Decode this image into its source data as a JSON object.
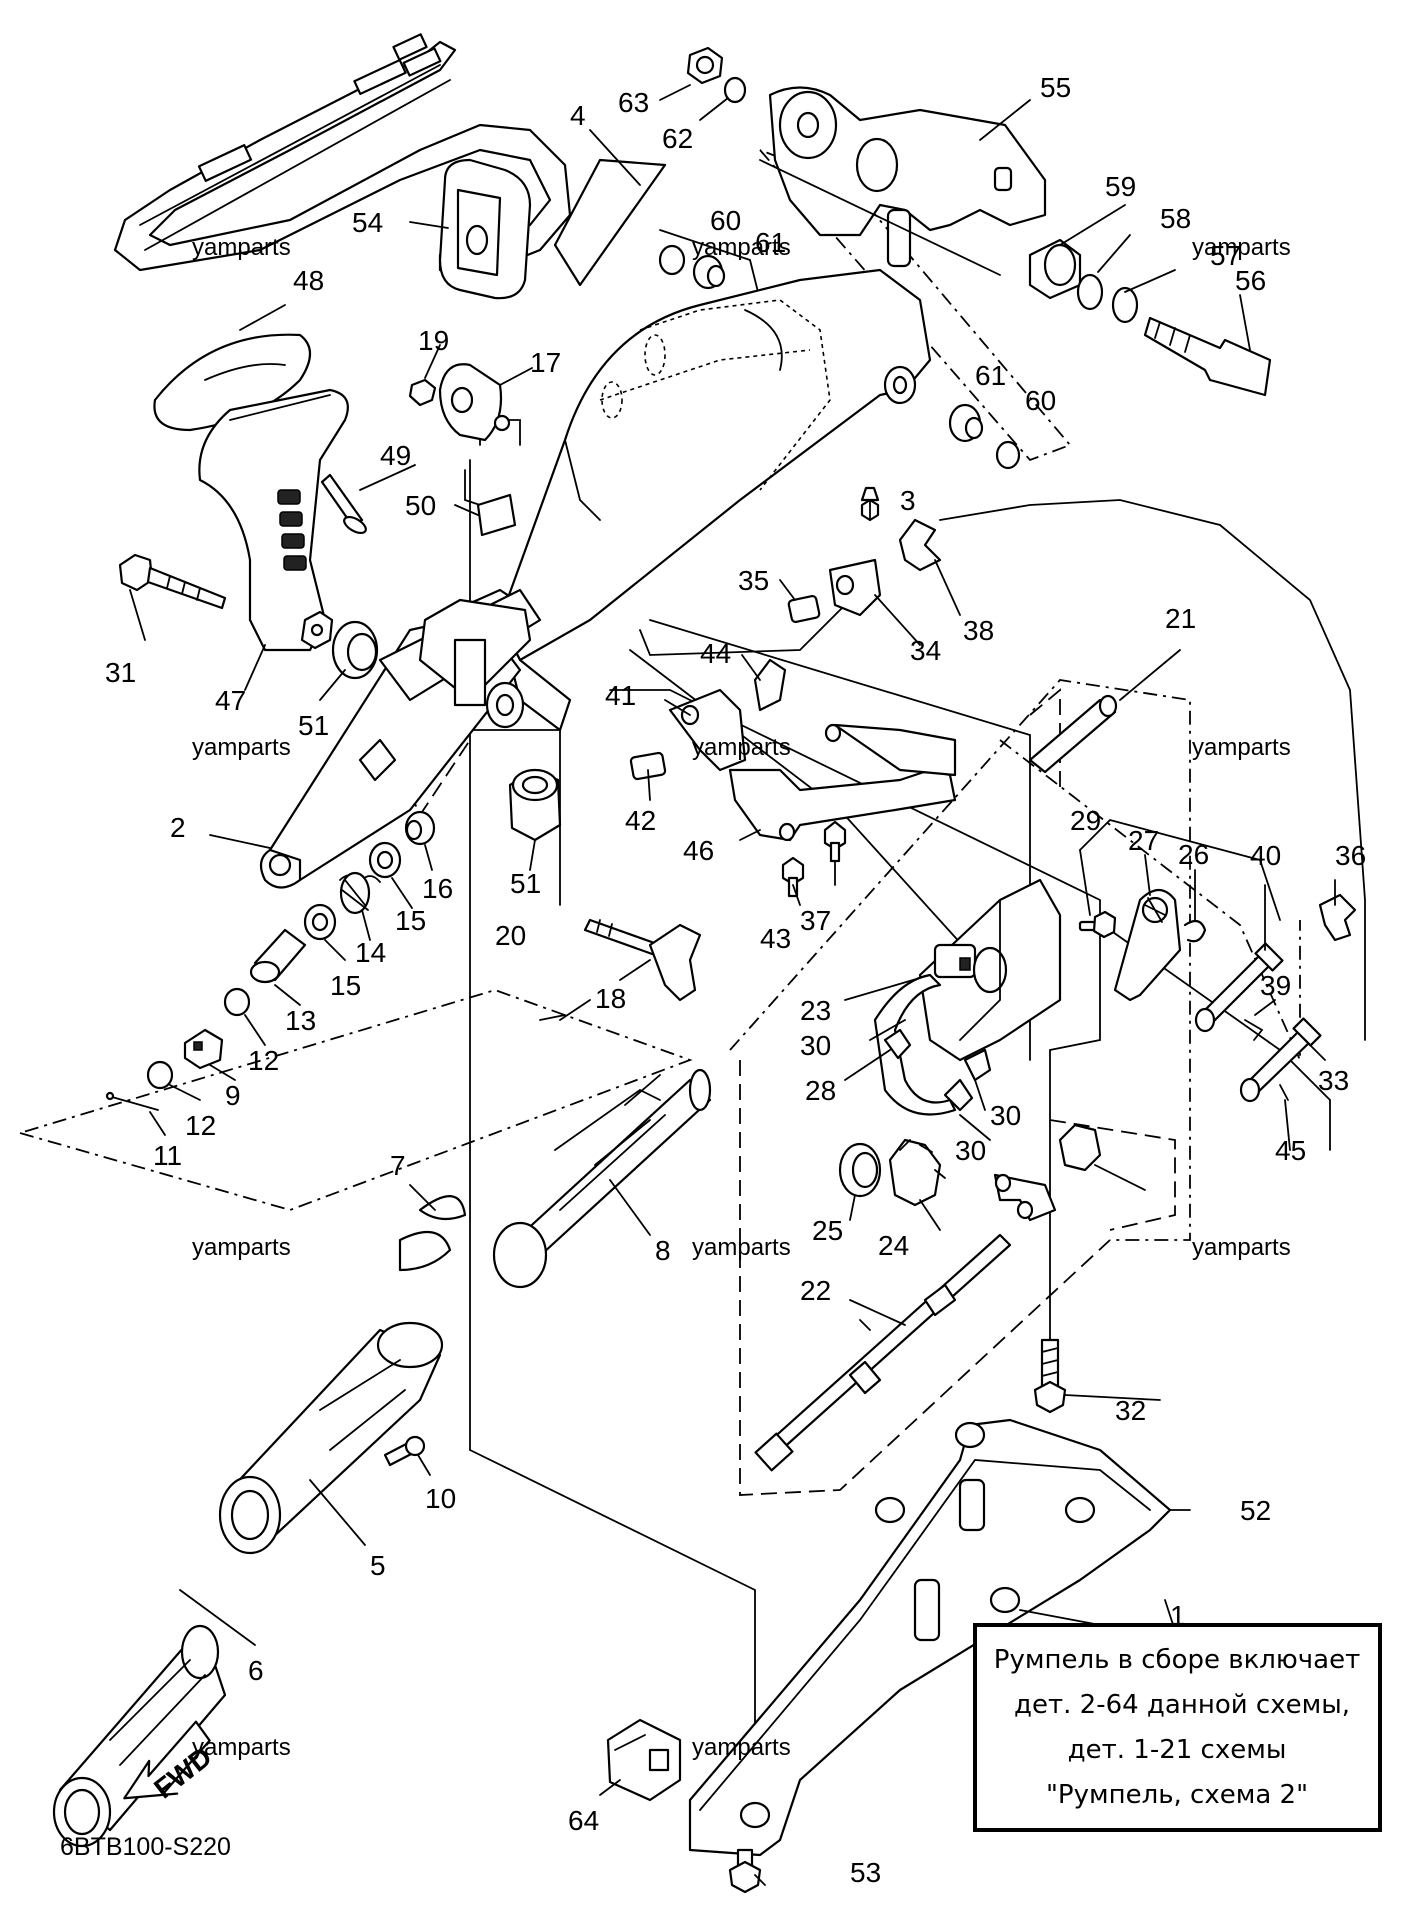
{
  "diagram_code": "6BTB100-S220",
  "fwd_label": "FWD",
  "watermark": "yamparts",
  "note_lines": [
    "Румпель в сборе включает",
    "дет. 2-64 данной схемы,",
    "дет. 1-21 схемы",
    "\"Румпель, схема 2\""
  ],
  "callouts": [
    "1",
    "2",
    "3",
    "4",
    "5",
    "6",
    "7",
    "8",
    "9",
    "10",
    "11",
    "12",
    "12",
    "13",
    "14",
    "15",
    "15",
    "16",
    "17",
    "18",
    "19",
    "20",
    "21",
    "22",
    "23",
    "24",
    "25",
    "26",
    "27",
    "28",
    "29",
    "30",
    "30",
    "30",
    "31",
    "32",
    "33",
    "34",
    "35",
    "36",
    "37",
    "38",
    "39",
    "40",
    "41",
    "42",
    "43",
    "44",
    "45",
    "46",
    "47",
    "48",
    "49",
    "50",
    "51",
    "51",
    "52",
    "53",
    "54",
    "55",
    "56",
    "57",
    "58",
    "59",
    "60",
    "60",
    "61",
    "61",
    "62",
    "63",
    "64"
  ]
}
